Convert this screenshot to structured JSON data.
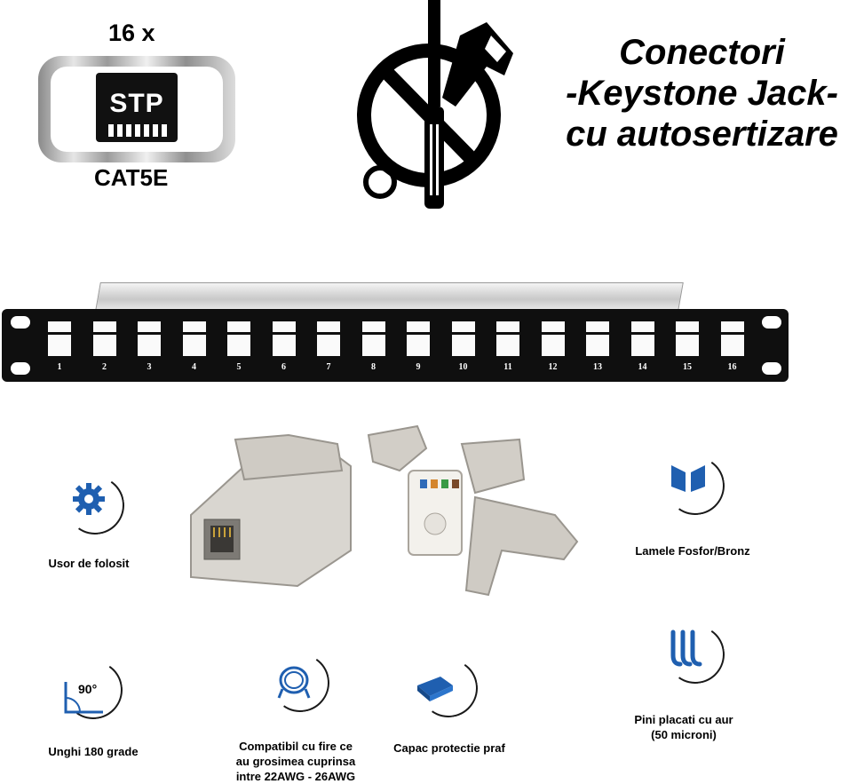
{
  "badge": {
    "quantity": "16 x",
    "type": "STP",
    "category": "CAT5E"
  },
  "title": {
    "line1": "Conectori",
    "line2": "-Keystone Jack-",
    "line3": "cu autosertizare"
  },
  "panel": {
    "ports": [
      "1",
      "2",
      "3",
      "4",
      "5",
      "6",
      "7",
      "8",
      "9",
      "10",
      "11",
      "12",
      "13",
      "14",
      "15",
      "16"
    ]
  },
  "features": {
    "easy": "Usor de folosit",
    "contacts": "Lamele Fosfor/Bronz",
    "angle_value": "90°",
    "angle": "Unghi 180 grade",
    "wires_line1": "Compatibil cu fire ce",
    "wires_line2": "au grosimea cuprinsa",
    "wires_line3": "intre 22AWG - 26AWG",
    "cap": "Capac protectie praf",
    "pins_line1": "Pini placati cu aur",
    "pins_line2": "(50 microni)"
  },
  "colors": {
    "accent_blue": "#1f5fb0",
    "panel_black": "#0f0f0f",
    "metal": "#c9c5bd"
  }
}
